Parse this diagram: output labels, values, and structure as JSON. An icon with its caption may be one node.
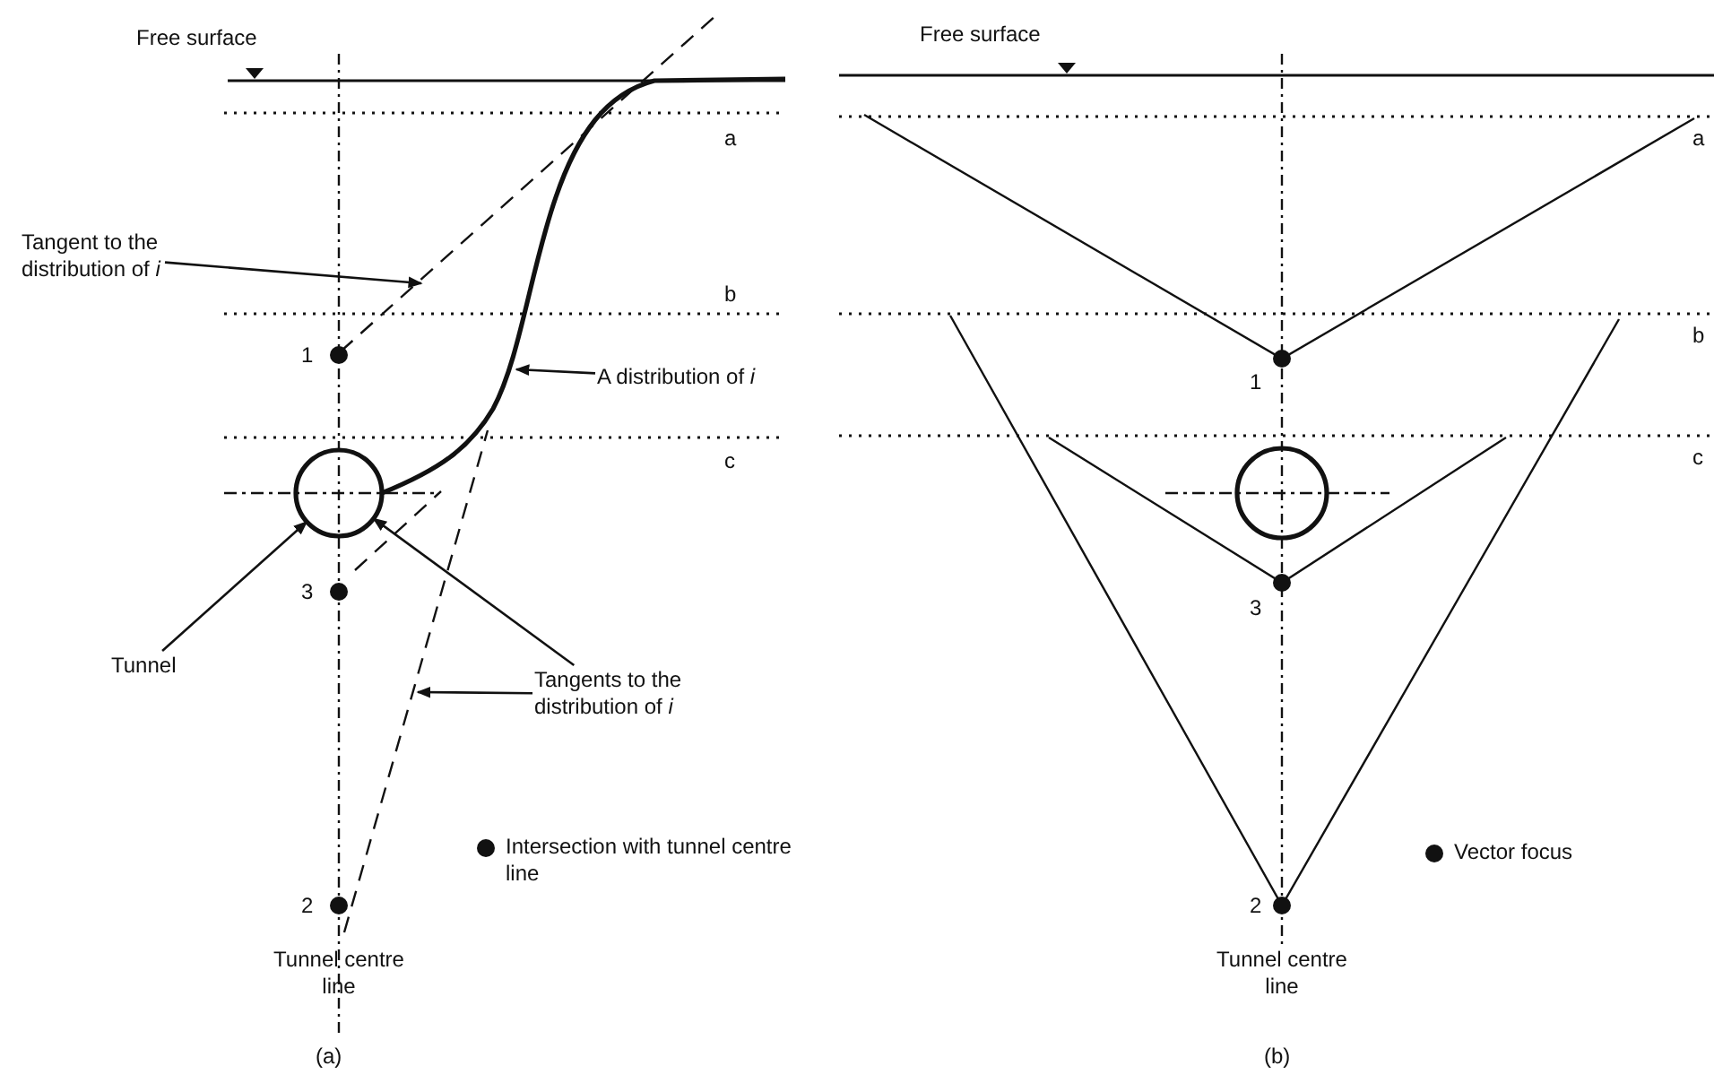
{
  "diagram": {
    "nodes": [
      {
        "text": [
          "Tangent to the distribution of *i*"
        ]
      },
      {
        "text": [
          "A distribution of *i*"
        ]
      },
      {
        "text": [
          "Tunnel"
        ]
      },
      {
        "text": [],
        "shape": "circle"
      },
      {
        "text": [
          "Tangents to the distribution of *i*"
        ]
      },
      {
        "text": [],
        "shape": "circle"
      }
    ],
    "edges": [
      {
        "from": 0,
        "to": null,
        "arrow": "to"
      },
      {
        "from": 1,
        "to": null,
        "arrow": "to"
      },
      {
        "from": 2,
        "to": 3,
        "arrow": "to"
      },
      {
        "from": 4,
        "to": 3,
        "arrow": "to"
      },
      {
        "from": 4,
        "to": null,
        "arrow": "to"
      }
    ],
    "labels": [
      "Free surface",
      "a",
      "b",
      "1",
      "c",
      "3",
      "2",
      "Tunnel centre line",
      "(a)",
      "Free surface",
      "a",
      "b",
      "1",
      "c",
      "3",
      "2",
      "Tunnel centre line",
      "(b)"
    ],
    "legend": [
      {
        "text": "Intersection with tunnel centre line"
      },
      {
        "text": "Vector focus"
      }
    ]
  }
}
